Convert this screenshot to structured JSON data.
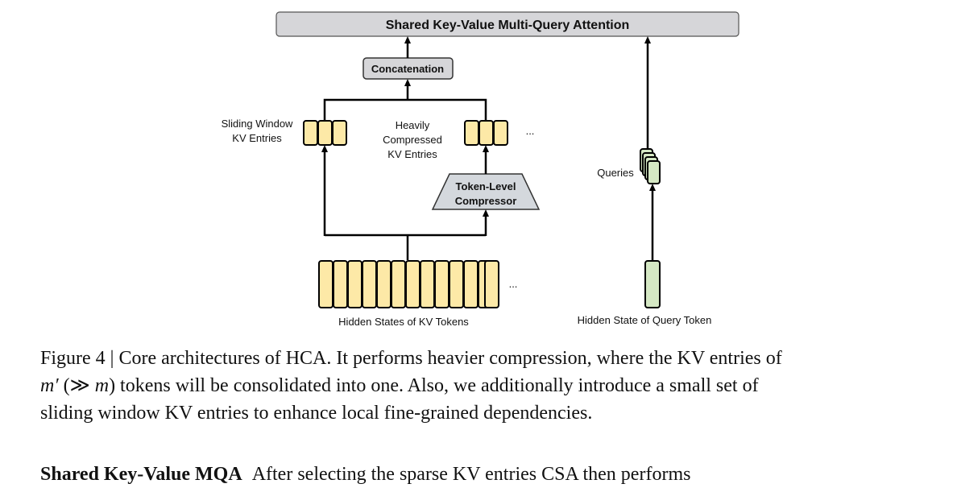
{
  "diagram": {
    "attention_title": "Shared Key-Value Multi-Query Attention",
    "concatenation": "Concatenation",
    "sliding_window_label_line1": "Sliding Window",
    "sliding_window_label_line2": "KV Entries",
    "compressed_label_line1": "Heavily",
    "compressed_label_line2": "Compressed",
    "compressed_label_line3": "KV Entries",
    "compressor_line1": "Token-Level",
    "compressor_line2": "Compressor",
    "queries_label": "Queries",
    "kv_tokens_label": "Hidden States of KV Tokens",
    "query_token_label": "Hidden State of Query Token",
    "ellipsis": "...",
    "colors": {
      "kv_fill": "#fde9a7",
      "query_fill": "#d5e8c4",
      "box_fill": "#d6d6d9",
      "compressor_fill": "#d4d8dd"
    }
  },
  "caption": {
    "line1": "Figure 4 | Core architectures of HCA. It performs heavier compression, where the KV entries of",
    "line2_m_prime": "m′",
    "line2_paren_open": " (≫ ",
    "line2_m": "m",
    "line2_rest": ") tokens will be consolidated into one. Also, we additionally introduce a small set of",
    "line3": "sliding window KV entries to enhance local fine-grained dependencies."
  },
  "next_paragraph": {
    "heading": "Shared Key-Value MQA",
    "text": "After selecting the sparse KV entries CSA then performs"
  }
}
